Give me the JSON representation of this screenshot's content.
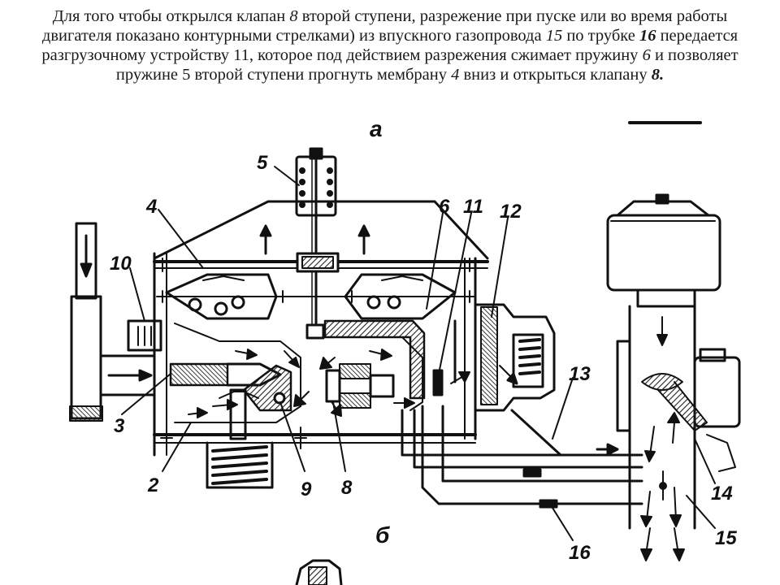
{
  "caption": {
    "t1": "Для того чтобы открылся клапан ",
    "n1": "8",
    "t2": " второй ступени, разрежение при пуске или во время работы двигателя показано контурными стрелками) из впускного газопровода ",
    "n2": "15",
    "t3": " по трубке ",
    "n3": "16",
    "t4": " передается разгрузочному устройству 11, которое под действием разрежения сжимает пружину ",
    "n4": "6",
    "t5": " и позволяет пружине 5 второй ступени прогнуть мембрану ",
    "n5": "4",
    "t6": " вниз и открыться клапану ",
    "n6": "8."
  },
  "diagram": {
    "view_a": "а",
    "view_b": "б",
    "labels": {
      "l2": "2",
      "l3": "3",
      "l4": "4",
      "l5": "5",
      "l6": "6",
      "l8": "8",
      "l9": "9",
      "l10": "10",
      "l11": "11",
      "l12": "12",
      "l13": "13",
      "l14": "14",
      "l15": "15",
      "l16": "16"
    },
    "line_color": "#111111",
    "hatch_color": "#222222"
  }
}
